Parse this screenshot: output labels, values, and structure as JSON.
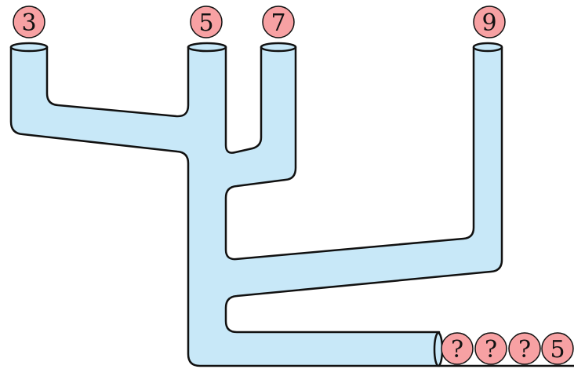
{
  "colors": {
    "pipe_fill": "#c8e8f8",
    "pipe_stroke": "#111111",
    "ball_fill": "#f7a1a3",
    "ball_stroke": "#111111"
  },
  "inputs": [
    {
      "id": "in-1",
      "label": "3"
    },
    {
      "id": "in-2",
      "label": "5"
    },
    {
      "id": "in-3",
      "label": "7"
    },
    {
      "id": "in-4",
      "label": "9"
    }
  ],
  "outputs": [
    {
      "id": "out-1",
      "label": "?"
    },
    {
      "id": "out-2",
      "label": "?"
    },
    {
      "id": "out-3",
      "label": "?"
    },
    {
      "id": "out-4",
      "label": "5"
    }
  ]
}
